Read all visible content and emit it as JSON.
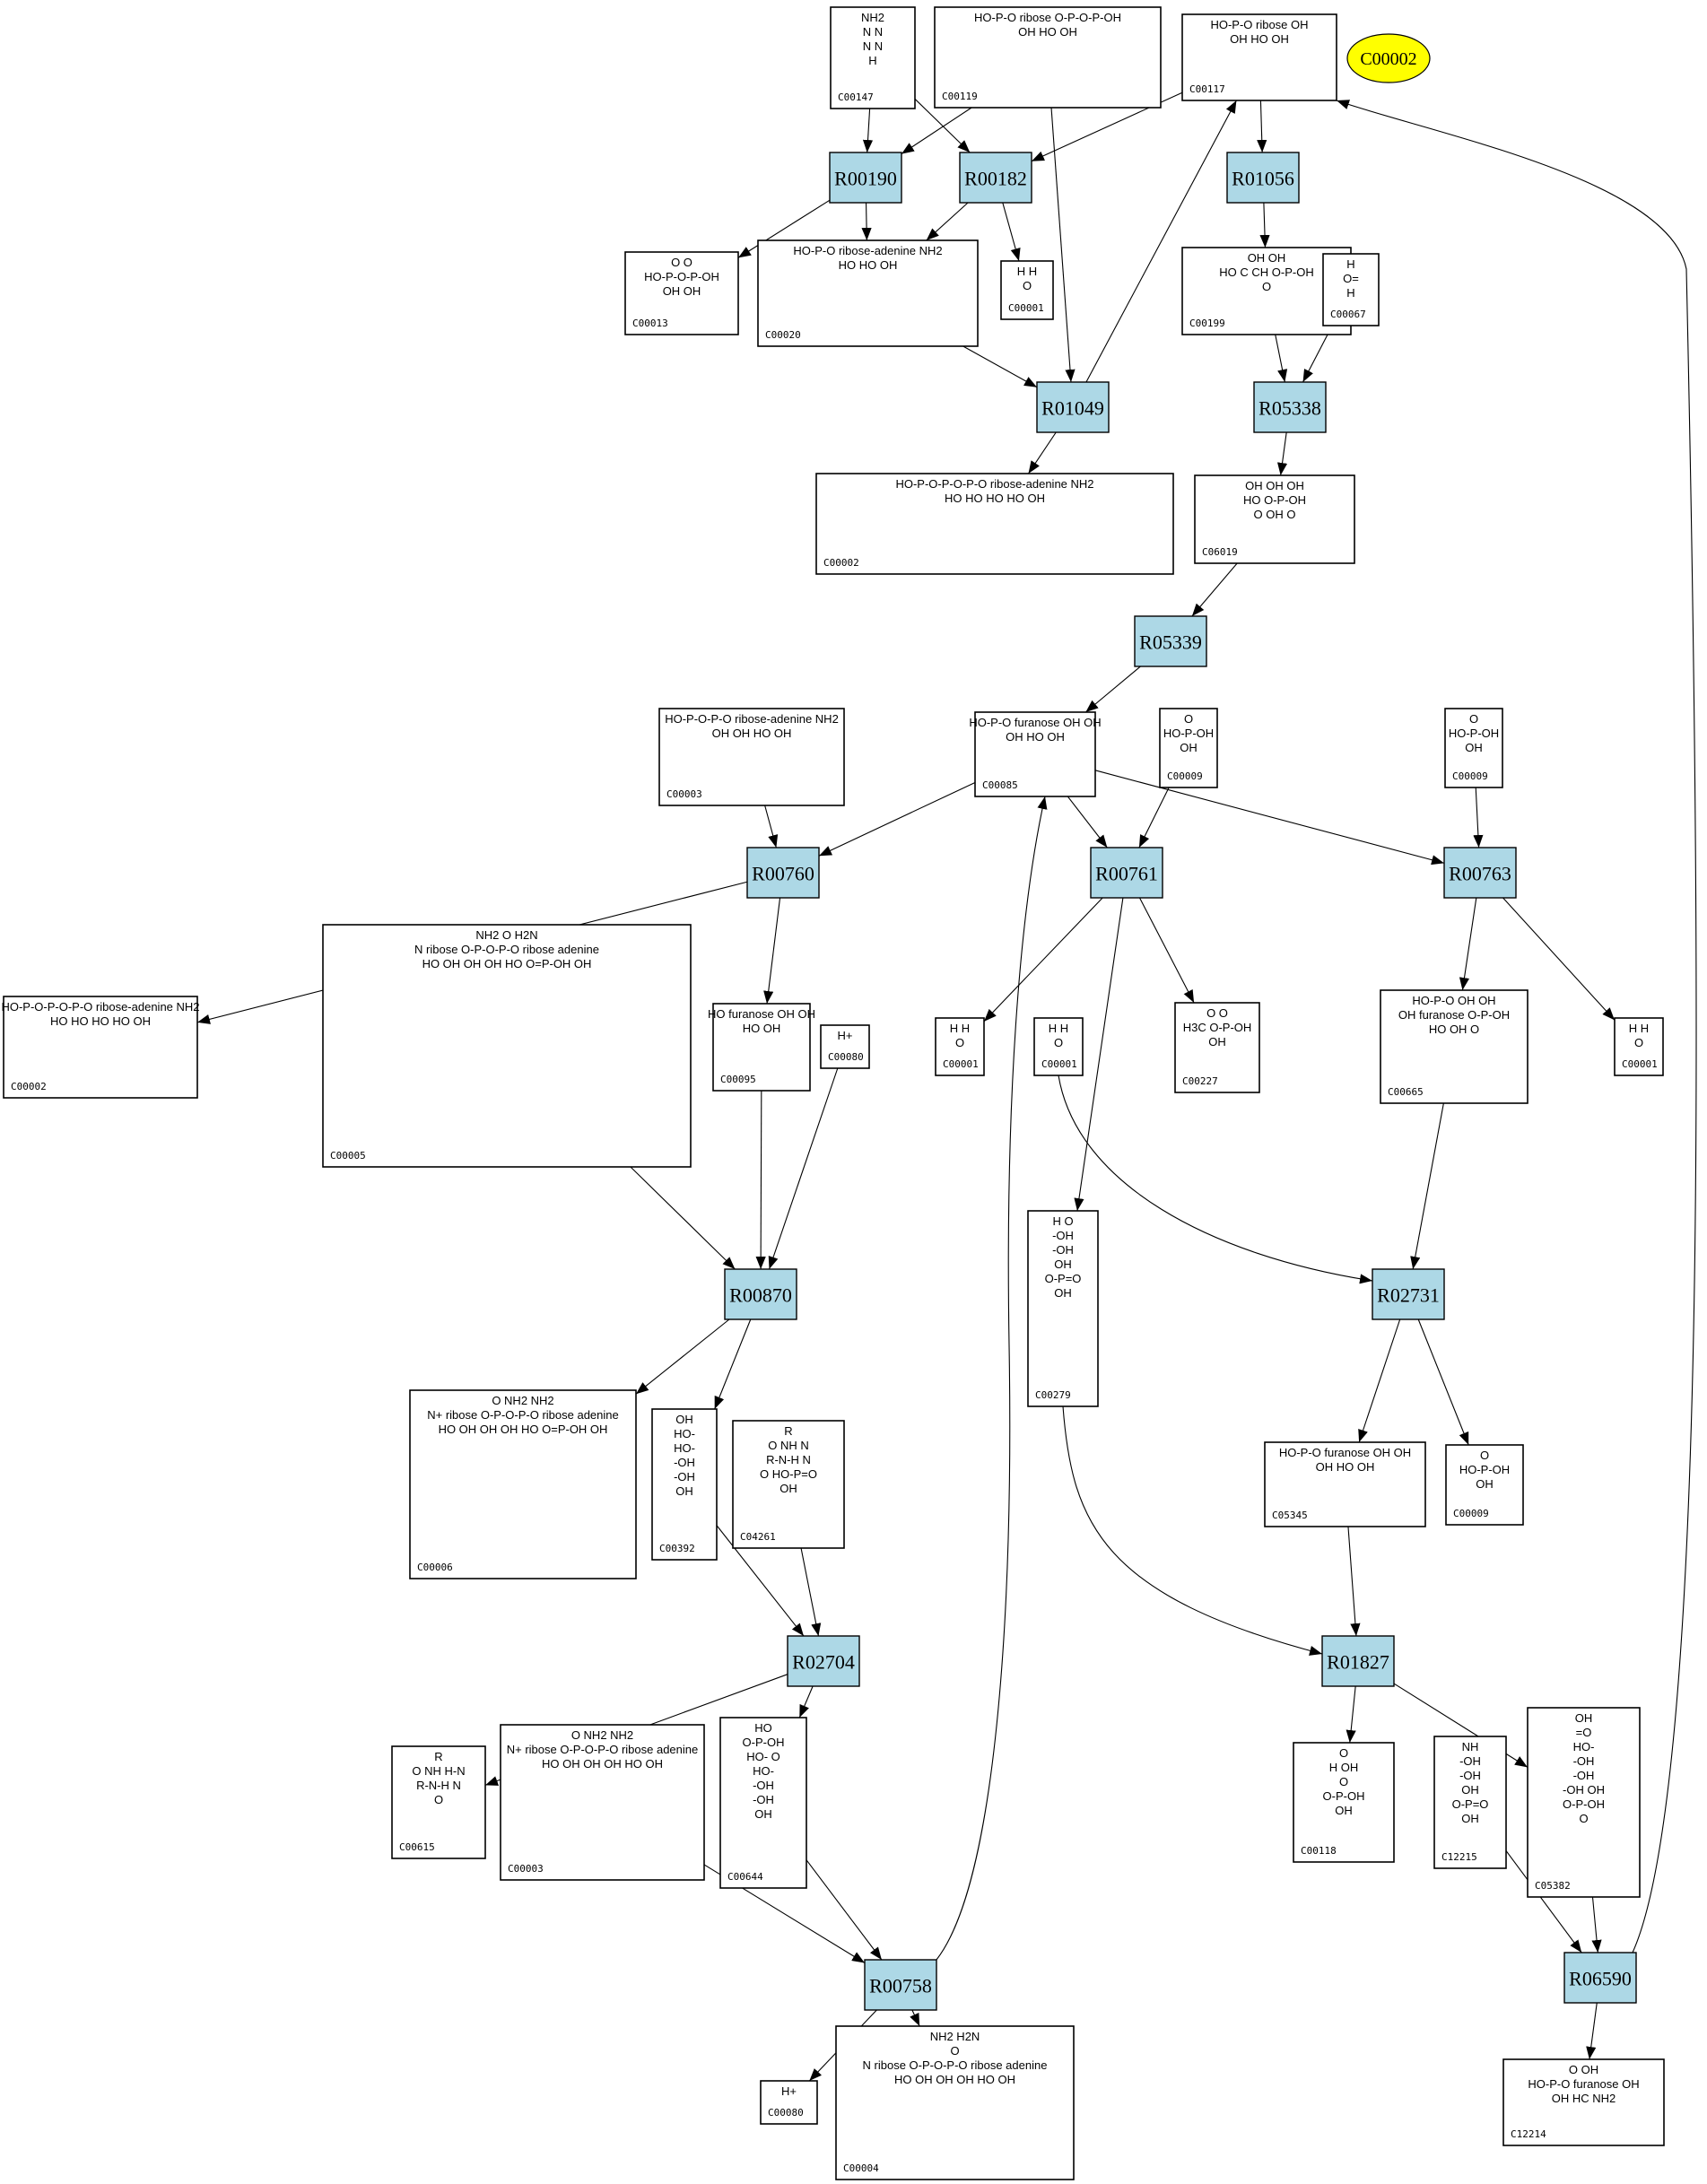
{
  "diagram": {
    "title_node": {
      "id": "C00002",
      "label": "C00002",
      "color": "#ffff00"
    },
    "reaction_fill": "#add8e6",
    "reactions": [
      {
        "key": "R00190",
        "label": "R00190"
      },
      {
        "key": "R00182",
        "label": "R00182"
      },
      {
        "key": "R01056",
        "label": "R01056"
      },
      {
        "key": "R01049",
        "label": "R01049"
      },
      {
        "key": "R05338",
        "label": "R05338"
      },
      {
        "key": "R05339",
        "label": "R05339"
      },
      {
        "key": "R00760",
        "label": "R00760"
      },
      {
        "key": "R00761",
        "label": "R00761"
      },
      {
        "key": "R00763",
        "label": "R00763"
      },
      {
        "key": "R00870",
        "label": "R00870"
      },
      {
        "key": "R02731",
        "label": "R02731"
      },
      {
        "key": "R02704",
        "label": "R02704"
      },
      {
        "key": "R01827",
        "label": "R01827"
      },
      {
        "key": "R00758",
        "label": "R00758"
      },
      {
        "key": "R06590",
        "label": "R06590"
      }
    ],
    "compounds": [
      {
        "key": "c147",
        "id": "C00147",
        "structure": "adenine",
        "formula_lines": [
          "NH2",
          "N  N",
          "N  N",
          "H"
        ]
      },
      {
        "key": "c119",
        "id": "C00119",
        "structure": "PRPP",
        "formula_lines": [
          "HO-P-O ribose O-P-O-P-OH",
          "OH  HO  OH"
        ]
      },
      {
        "key": "c117a",
        "id": "C00117",
        "structure": "ribose-5-phosphate",
        "formula_lines": [
          "HO-P-O ribose OH",
          "OH  HO  OH"
        ]
      },
      {
        "key": "c013",
        "id": "C00013",
        "structure": "pyrophosphate",
        "formula_lines": [
          "O    O",
          "HO-P-O-P-OH",
          "OH   OH"
        ]
      },
      {
        "key": "c020",
        "id": "C00020",
        "structure": "AMP",
        "formula_lines": [
          "HO-P-O ribose-adenine NH2",
          "HO  HO  OH"
        ]
      },
      {
        "key": "c001a",
        "id": "C00001",
        "structure": "water",
        "formula_lines": [
          "H   H",
          "O"
        ]
      },
      {
        "key": "c199",
        "id": "C00199",
        "structure": "ribulose-5-phosphate",
        "formula_lines": [
          "OH        OH",
          "HO  C  CH  O-P-OH",
          "O"
        ]
      },
      {
        "key": "c067",
        "id": "C00067",
        "structure": "formaldehyde",
        "formula_lines": [
          "H",
          "O=",
          "H"
        ]
      },
      {
        "key": "c002a",
        "id": "C00002",
        "structure": "ATP",
        "formula_lines": [
          "HO-P-O-P-O-P-O ribose-adenine NH2",
          "HO HO HO  HO OH"
        ]
      },
      {
        "key": "c6019",
        "id": "C06019",
        "structure": "D-arabino-hex-3-ulose 6-phosphate",
        "formula_lines": [
          "OH  OH      OH",
          "HO      O-P-OH",
          "O  OH  O"
        ]
      },
      {
        "key": "c003a",
        "id": "C00003",
        "structure": "ADP-ribose",
        "formula_lines": [
          "HO-P-O-P-O ribose-adenine NH2",
          "OH OH HO OH"
        ]
      },
      {
        "key": "c085",
        "id": "C00085",
        "structure": "fructose-6-phosphate",
        "formula_lines": [
          "HO-P-O furanose OH OH",
          "OH  HO  OH"
        ]
      },
      {
        "key": "c009a",
        "id": "C00009",
        "structure": "phosphate",
        "formula_lines": [
          "O",
          "HO-P-OH",
          "OH"
        ]
      },
      {
        "key": "c009b",
        "id": "C00009",
        "structure": "phosphate",
        "formula_lines": [
          "O",
          "HO-P-OH",
          "OH"
        ]
      },
      {
        "key": "c002b",
        "id": "C00002",
        "structure": "ATP",
        "formula_lines": [
          "HO-P-O-P-O-P-O ribose-adenine NH2",
          "HO HO HO  HO OH"
        ]
      },
      {
        "key": "c005",
        "id": "C00005",
        "structure": "NADPH",
        "formula_lines": [
          "NH2 O  H2N",
          "N ribose O-P-O-P-O ribose adenine",
          "HO OH  OH OH  HO O=P-OH OH"
        ]
      },
      {
        "key": "c095",
        "id": "C00095",
        "structure": "fructose",
        "formula_lines": [
          "HO furanose OH OH",
          "HO  OH"
        ]
      },
      {
        "key": "c080a",
        "id": "C00080",
        "structure": "proton",
        "formula_lines": [
          "H+"
        ]
      },
      {
        "key": "c001b",
        "id": "C00001",
        "structure": "water",
        "formula_lines": [
          "H   H",
          "O"
        ]
      },
      {
        "key": "c001c",
        "id": "C00001",
        "structure": "water",
        "formula_lines": [
          "H   H",
          "O"
        ]
      },
      {
        "key": "c227",
        "id": "C00227",
        "structure": "acetyl phosphate",
        "formula_lines": [
          "O    O",
          "H3C O-P-OH",
          "OH"
        ]
      },
      {
        "key": "c665",
        "id": "C00665",
        "structure": "fructose-2,6-bisphosphate",
        "formula_lines": [
          "HO-P-O   OH OH",
          "OH furanose O-P-OH",
          "HO  OH  O"
        ]
      },
      {
        "key": "c001d",
        "id": "C00001",
        "structure": "water",
        "formula_lines": [
          "H   H",
          "O"
        ]
      },
      {
        "key": "c279",
        "id": "C00279",
        "structure": "erythrose-4-phosphate",
        "formula_lines": [
          "H O",
          "-OH",
          "-OH",
          "OH",
          "O-P=O",
          "OH"
        ]
      },
      {
        "key": "c006",
        "id": "C00006",
        "structure": "NADP+",
        "formula_lines": [
          "O NH2  NH2",
          "N+ ribose O-P-O-P-O ribose adenine",
          "HO OH  OH OH  HO O=P-OH OH"
        ]
      },
      {
        "key": "c392",
        "id": "C00392",
        "structure": "mannitol",
        "formula_lines": [
          "OH",
          "HO-",
          "HO-",
          "-OH",
          "-OH",
          "OH"
        ]
      },
      {
        "key": "c4261",
        "id": "C04261",
        "structure": "protein N(pi)-phospho-L-histidine",
        "formula_lines": [
          "R",
          "O NH  N",
          "R-N-H   N",
          "O  HO-P=O",
          "OH"
        ]
      },
      {
        "key": "c5345",
        "id": "C05345",
        "structure": "beta-D-fructose-6-phosphate",
        "formula_lines": [
          "HO-P-O furanose OH OH",
          "OH  HO OH"
        ]
      },
      {
        "key": "c009c",
        "id": "C00009",
        "structure": "phosphate",
        "formula_lines": [
          "O",
          "HO-P-OH",
          "OH"
        ]
      },
      {
        "key": "c615",
        "id": "C00615",
        "structure": "protein histidine",
        "formula_lines": [
          "R",
          "O NH  H-N",
          "R-N-H  N",
          "O"
        ]
      },
      {
        "key": "c003b",
        "id": "C00003",
        "structure": "NAD+",
        "formula_lines": [
          "O NH2  NH2",
          "N+ ribose O-P-O-P-O ribose adenine",
          "HO OH  OH OH  HO OH"
        ]
      },
      {
        "key": "c644",
        "id": "C00644",
        "structure": "mannitol-1-phosphate",
        "formula_lines": [
          "HO",
          "O-P-OH",
          "HO-  O",
          "HO-",
          "-OH",
          "-OH",
          "OH"
        ]
      },
      {
        "key": "c118",
        "id": "C00118",
        "structure": "glyceraldehyde-3-phosphate",
        "formula_lines": [
          "O",
          "H  OH",
          "O",
          "O-P-OH",
          "OH"
        ]
      },
      {
        "key": "c12215",
        "id": "C12215",
        "structure": "4-phospho-erythrose imine",
        "formula_lines": [
          "NH",
          "-OH",
          "-OH",
          "OH",
          "O-P=O",
          "OH"
        ]
      },
      {
        "key": "c5382",
        "id": "C05382",
        "structure": "sedoheptulose-7-phosphate",
        "formula_lines": [
          "OH",
          "=O",
          "HO-",
          "-OH",
          "-OH",
          "-OH  OH",
          "O-P-OH",
          "O"
        ]
      },
      {
        "key": "c080b",
        "id": "C00080",
        "structure": "proton",
        "formula_lines": [
          "H+"
        ]
      },
      {
        "key": "c004",
        "id": "C00004",
        "structure": "NADH",
        "formula_lines": [
          "NH2   H2N",
          "O",
          "N ribose O-P-O-P-O ribose adenine",
          "HO OH  OH OH  HO OH"
        ]
      },
      {
        "key": "c12214",
        "id": "C12214",
        "structure": "aminodeoxy-fructose-6-phosphate",
        "formula_lines": [
          "O       OH",
          "HO-P-O furanose OH",
          "OH  HC  NH2"
        ]
      }
    ],
    "edges": [
      [
        "c147",
        "R00190"
      ],
      [
        "c119",
        "R00190"
      ],
      [
        "R00190",
        "c013"
      ],
      [
        "R00190",
        "c020"
      ],
      [
        "c147",
        "R00182"
      ],
      [
        "c117a",
        "R00182"
      ],
      [
        "R00182",
        "c020"
      ],
      [
        "R00182",
        "c001a"
      ],
      [
        "c020",
        "R01049"
      ],
      [
        "c119",
        "R01049"
      ],
      [
        "R01049",
        "c117a"
      ],
      [
        "R01049",
        "c002a"
      ],
      [
        "c117a",
        "R01056"
      ],
      [
        "R01056",
        "c199"
      ],
      [
        "c199",
        "R05338"
      ],
      [
        "c067",
        "R05338"
      ],
      [
        "R05338",
        "c6019"
      ],
      [
        "c6019",
        "R05339"
      ],
      [
        "R05339",
        "c085"
      ],
      [
        "c003a",
        "R00760"
      ],
      [
        "c085",
        "R00760"
      ],
      [
        "R00760",
        "c002b"
      ],
      [
        "R00760",
        "c095"
      ],
      [
        "c085",
        "R00761"
      ],
      [
        "c009a",
        "R00761"
      ],
      [
        "R00761",
        "c001b"
      ],
      [
        "R00761",
        "c227"
      ],
      [
        "R00761",
        "c279"
      ],
      [
        "c085",
        "R00763"
      ],
      [
        "c009b",
        "R00763"
      ],
      [
        "R00763",
        "c665"
      ],
      [
        "R00763",
        "c001d"
      ],
      [
        "c005",
        "R00870"
      ],
      [
        "c095",
        "R00870"
      ],
      [
        "c080a",
        "R00870"
      ],
      [
        "R00870",
        "c006"
      ],
      [
        "R00870",
        "c392"
      ],
      [
        "c001c",
        "R02731"
      ],
      [
        "c665",
        "R02731"
      ],
      [
        "R02731",
        "c5345"
      ],
      [
        "R02731",
        "c009c"
      ],
      [
        "c392",
        "R02704"
      ],
      [
        "c4261",
        "R02704"
      ],
      [
        "R02704",
        "c615"
      ],
      [
        "R02704",
        "c644"
      ],
      [
        "c279",
        "R01827"
      ],
      [
        "c5345",
        "R01827"
      ],
      [
        "R01827",
        "c118"
      ],
      [
        "R01827",
        "c5382"
      ],
      [
        "c003b",
        "R00758"
      ],
      [
        "c644",
        "R00758"
      ],
      [
        "R00758",
        "c085"
      ],
      [
        "R00758",
        "c080b"
      ],
      [
        "R00758",
        "c004"
      ],
      [
        "c12215",
        "R06590"
      ],
      [
        "c5382",
        "R06590"
      ],
      [
        "R06590",
        "c12214"
      ],
      [
        "R06590",
        "c117a"
      ]
    ]
  }
}
